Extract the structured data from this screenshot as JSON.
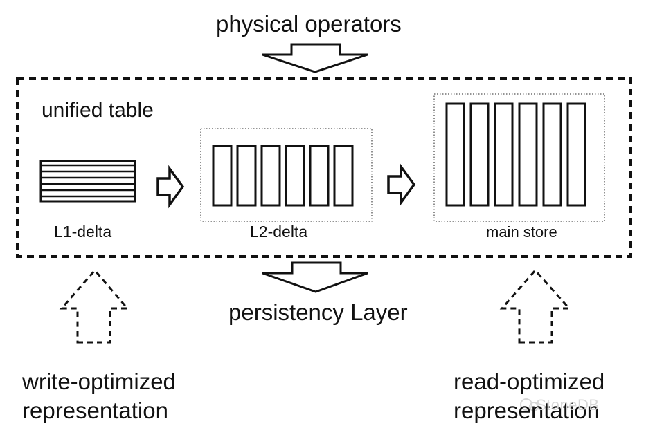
{
  "diagram": {
    "top_label": "physical operators",
    "container_label": "unified table",
    "stages": [
      {
        "label": "L1-delta"
      },
      {
        "label": "L2-delta"
      },
      {
        "label": "main store"
      }
    ],
    "bottom_label": "persistency Layer",
    "left_note": [
      "write-optimized",
      "representation"
    ],
    "right_note": [
      "read-optimized",
      "representation"
    ]
  },
  "watermark": {
    "text": "StoneDB"
  }
}
